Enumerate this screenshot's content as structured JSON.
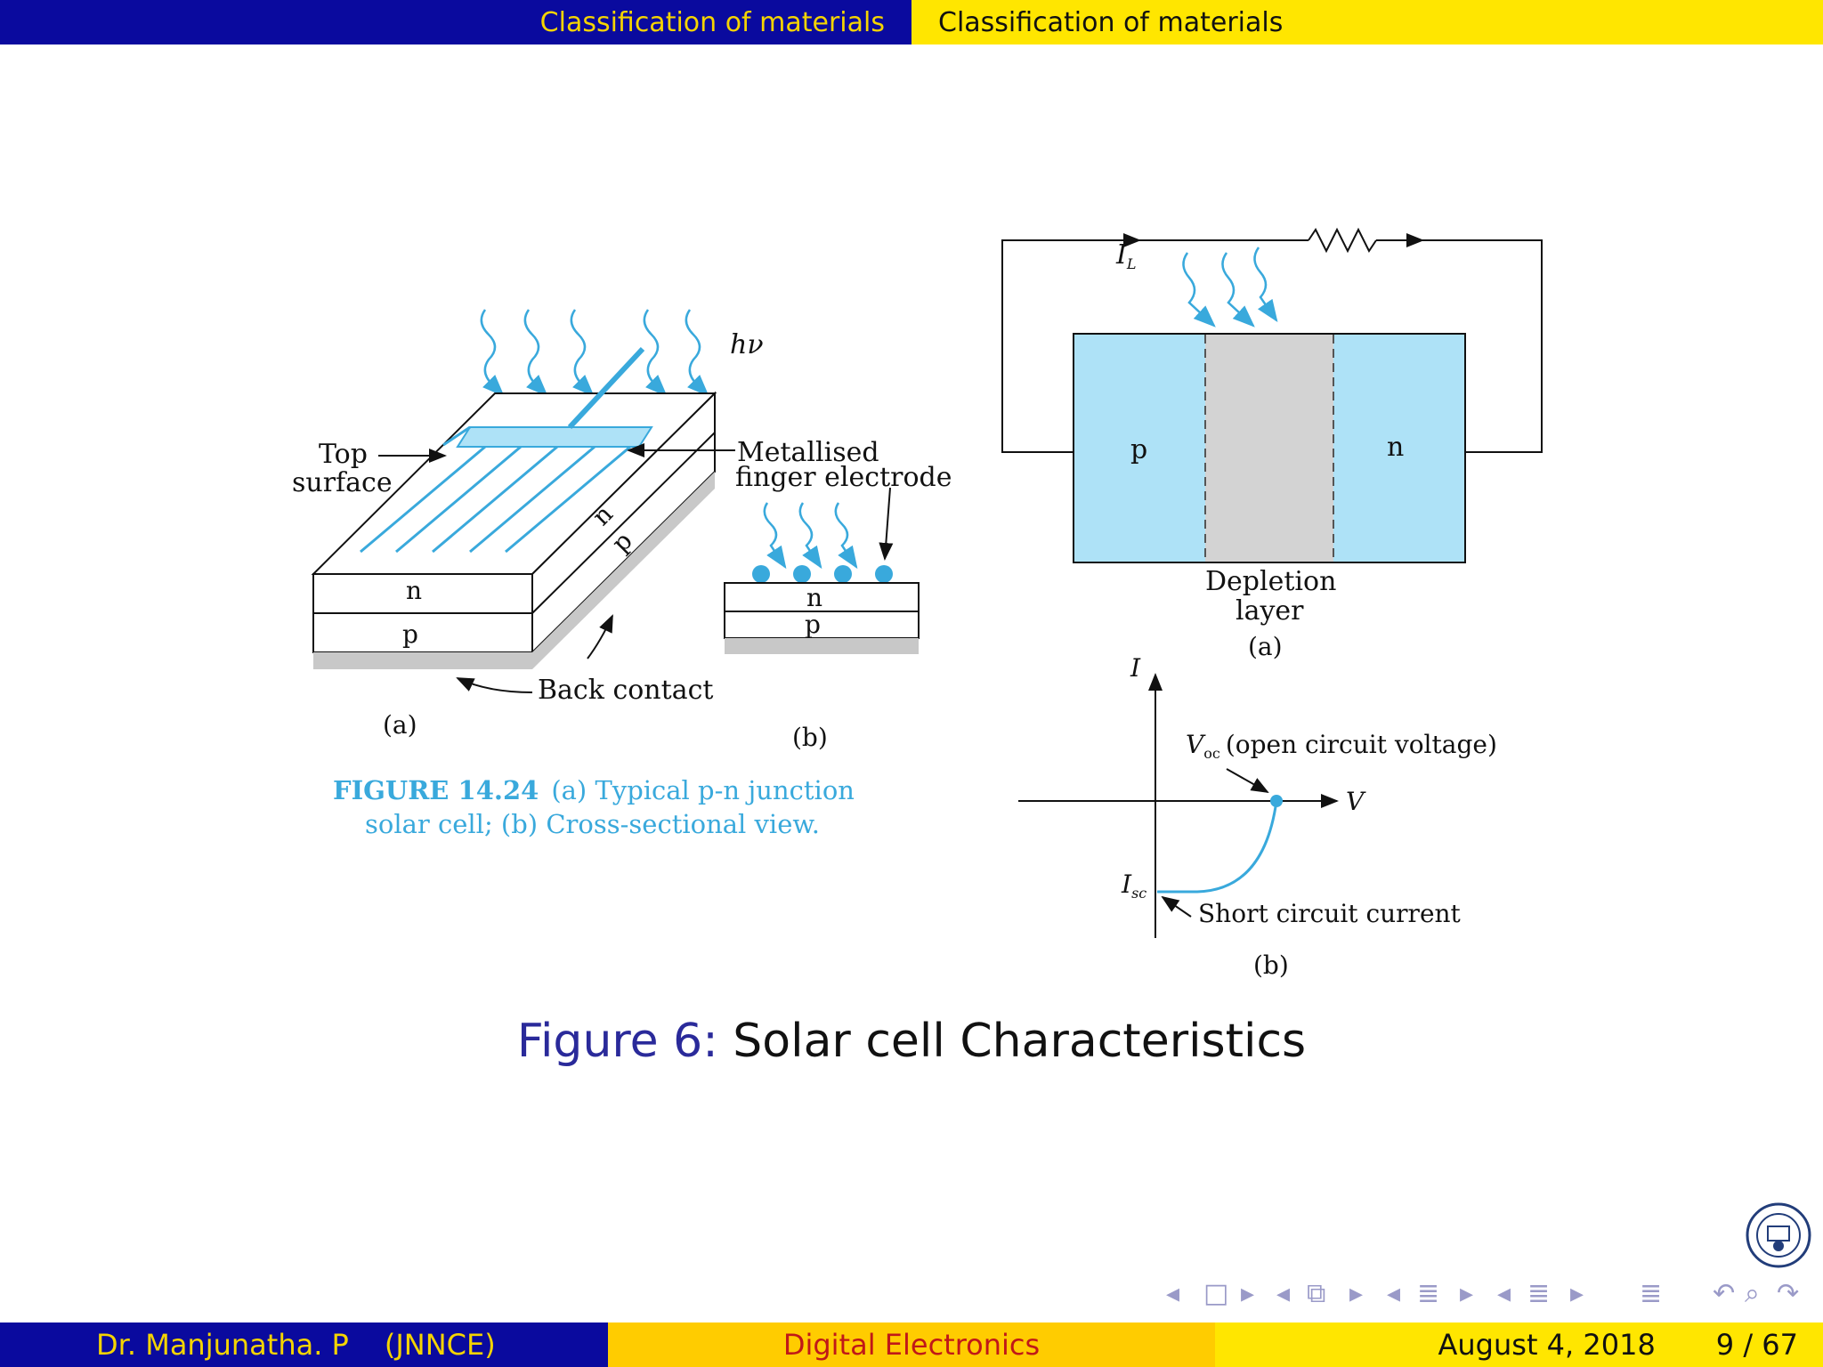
{
  "header": {
    "section_left": "Classification of materials",
    "section_right": "Classification of materials"
  },
  "figure_a": {
    "hv": "hν",
    "top": "Top",
    "surface": "surface",
    "metallised": "Metallised",
    "finger": "finger electrode",
    "n": "n",
    "p": "p",
    "back_contact": "Back contact",
    "label_a": "(a)",
    "label_b": "(b)",
    "caption_bold": "FIGURE 14.24",
    "caption_rest": "(a) Typical p-n junction",
    "caption_line2": "solar cell; (b) Cross-sectional view."
  },
  "figure_b": {
    "il": "I",
    "il_sub": "L",
    "p": "p",
    "n": "n",
    "depletion": "Depletion",
    "layer": "layer",
    "label_a": "(a)",
    "axis_i": "I",
    "axis_v": "V",
    "voc_main": "V",
    "voc_sub": "oc",
    "voc_text": "(open circuit voltage)",
    "isc_main": "I",
    "isc_sub": "sc",
    "isc_text": "Short circuit current",
    "label_b": "(b)"
  },
  "caption": {
    "number": "Figure 6:",
    "text": "Solar cell Characteristics"
  },
  "footer": {
    "author": "Dr. Manjunatha. P",
    "institute": "(JNNCE)",
    "title": "Digital Electronics",
    "date": "August 4, 2018",
    "page": "9 / 67"
  },
  "colors": {
    "dark_blue": "#0a0a9e",
    "yellow": "#ffe600",
    "orange_yellow": "#ffcc00",
    "cyan": "#39a9dc",
    "light_cyan": "#aee2f7",
    "gray": "#d3d3d3",
    "red": "#c01818"
  },
  "nav_icons": [
    "left-arrow-icon",
    "frame-icon",
    "right-arrow-icon",
    "subsection-icon",
    "section-icon",
    "align-icon",
    "search-icon",
    "undo-icon"
  ]
}
